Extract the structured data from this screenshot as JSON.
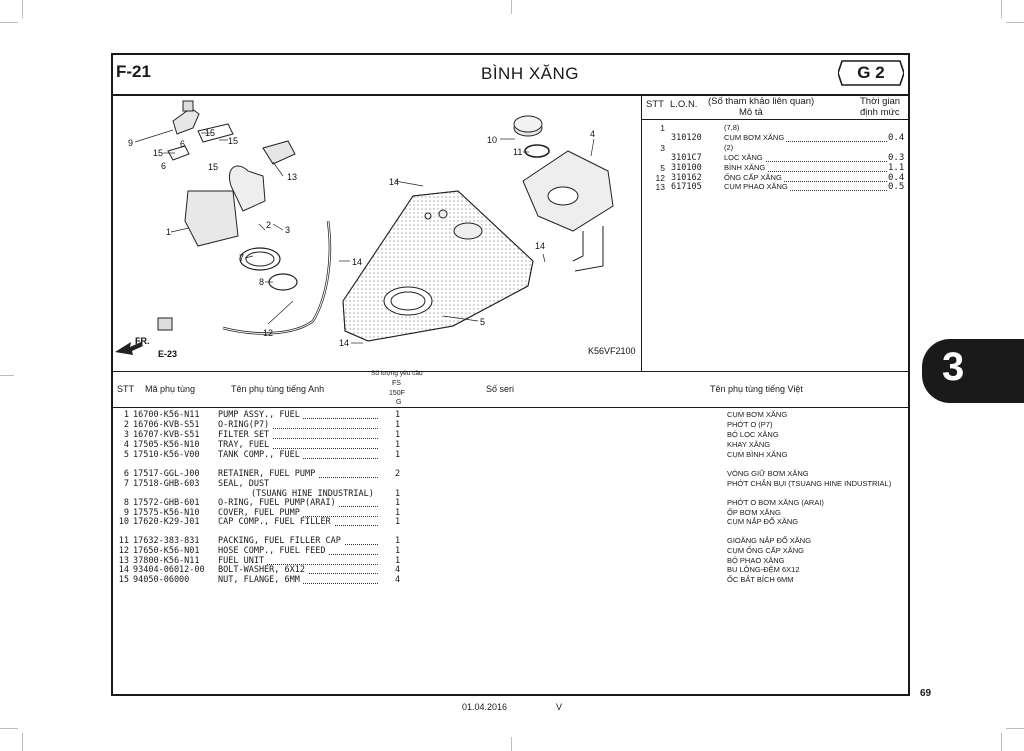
{
  "header": {
    "section_code": "F-21",
    "title": "BÌNH XĂNG",
    "group_badge": "G 2"
  },
  "diagram": {
    "image_code": "K56VF2100",
    "callouts": [
      "9",
      "15",
      "6",
      "15",
      "15",
      "6",
      "15",
      "13",
      "1",
      "2",
      "3",
      "7",
      "8",
      "12",
      "10",
      "11",
      "4",
      "14",
      "14",
      "14",
      "5",
      "14",
      "E-23",
      "FR."
    ]
  },
  "reference": {
    "headers": {
      "stt": "STT",
      "lon": "L.O.N.",
      "desc_line1": "(Số tham khảo liên quan)",
      "desc_line2": "Mô tả",
      "time_line1": "Thời gian",
      "time_line2": "định mức"
    },
    "rows": [
      {
        "stt": "1",
        "lon": "",
        "desc": "(7,8)",
        "time": ""
      },
      {
        "stt": "",
        "lon": "310120",
        "desc": "CỤM BƠM XĂNG",
        "time": "0.4"
      },
      {
        "stt": "3",
        "lon": "",
        "desc": "(2)",
        "time": ""
      },
      {
        "stt": "",
        "lon": "3101C7",
        "desc": "LỌC XĂNG",
        "time": "0.3"
      },
      {
        "stt": "5",
        "lon": "310100",
        "desc": "BÌNH XĂNG",
        "time": "1.1"
      },
      {
        "stt": "12",
        "lon": "310162",
        "desc": "ỐNG CẤP XĂNG",
        "time": "0.4"
      },
      {
        "stt": "13",
        "lon": "617105",
        "desc": "CỤM PHAO XĂNG",
        "time": "0.5"
      }
    ]
  },
  "parts_table": {
    "headers": {
      "stt": "STT",
      "part_no": "Mã phụ tùng",
      "name_en": "Tên phụ tùng tiếng Anh",
      "qty_line1": "Số lượng yêu cầu",
      "qty_line2": "FS",
      "qty_line3": "150F",
      "qty_line4": "G",
      "serial": "Số seri",
      "name_vn": "Tên phụ tùng tiếng Việt"
    },
    "rows": [
      {
        "stt": "1",
        "part_no": "16700-K56-N11",
        "name_en": "PUMP ASSY., FUEL",
        "qty": "1",
        "name_vn": "CỤM BƠM XĂNG"
      },
      {
        "stt": "2",
        "part_no": "16706-KVB-S51",
        "name_en": "O-RING(P7)",
        "qty": "1",
        "name_vn": "PHỚT O (P7)"
      },
      {
        "stt": "3",
        "part_no": "16707-KVB-S51",
        "name_en": "FILTER SET",
        "qty": "1",
        "name_vn": "BỘ LỌC XĂNG"
      },
      {
        "stt": "4",
        "part_no": "17505-K56-N10",
        "name_en": "TRAY, FUEL",
        "qty": "1",
        "name_vn": "KHAY XĂNG"
      },
      {
        "stt": "5",
        "part_no": "17510-K56-V00",
        "name_en": "TANK COMP., FUEL",
        "qty": "1",
        "name_vn": "CỤM BÌNH XĂNG"
      },
      {
        "stt": "6",
        "part_no": "17517-GGL-J00",
        "name_en": "RETAINER, FUEL PUMP",
        "qty": "2",
        "name_vn": "VÒNG GIỮ BƠM XĂNG"
      },
      {
        "stt": "7",
        "part_no": "17518-GHB-603",
        "name_en": "SEAL, DUST",
        "qty": "",
        "name_vn": "PHỚT CHẮN BỤI (TSUANG HINE INDUSTRIAL)"
      },
      {
        "stt": "",
        "part_no": "",
        "name_en": "(TSUANG HINE INDUSTRIAL)",
        "qty": "1",
        "name_vn": ""
      },
      {
        "stt": "8",
        "part_no": "17572-GHB-601",
        "name_en": "O-RING, FUEL PUMP(ARAI)",
        "qty": "1",
        "name_vn": "PHỚT O BƠM XĂNG (ARAI)"
      },
      {
        "stt": "9",
        "part_no": "17575-K56-N10",
        "name_en": "COVER, FUEL PUMP",
        "qty": "1",
        "name_vn": "ỐP BƠM XĂNG"
      },
      {
        "stt": "10",
        "part_no": "17620-K29-J01",
        "name_en": "CAP COMP., FUEL FILLER",
        "qty": "1",
        "name_vn": "CỤM NẮP ĐỔ XĂNG"
      },
      {
        "stt": "11",
        "part_no": "17632-383-831",
        "name_en": "PACKING, FUEL FILLER CAP",
        "qty": "1",
        "name_vn": "GIOĂNG NẮP ĐỔ XĂNG"
      },
      {
        "stt": "12",
        "part_no": "17650-K56-N01",
        "name_en": "HOSE COMP., FUEL FEED",
        "qty": "1",
        "name_vn": "CỤM ỐNG CẤP XĂNG"
      },
      {
        "stt": "13",
        "part_no": "37800-K56-N11",
        "name_en": "FUEL UNIT",
        "qty": "1",
        "name_vn": "BỘ PHAO XĂNG"
      },
      {
        "stt": "14",
        "part_no": "93404-06012-00",
        "name_en": "BOLT-WASHER, 6X12",
        "qty": "4",
        "name_vn": "BU LÔNG-ĐỆM 6X12"
      },
      {
        "stt": "15",
        "part_no": "94050-06000",
        "name_en": "NUT, FLANGE, 6MM",
        "qty": "4",
        "name_vn": "ỐC BẮT BÍCH 6MM"
      }
    ]
  },
  "side_tab": {
    "label": "3"
  },
  "footer": {
    "page_number": "69",
    "date": "01.04.2016",
    "version": "V"
  }
}
